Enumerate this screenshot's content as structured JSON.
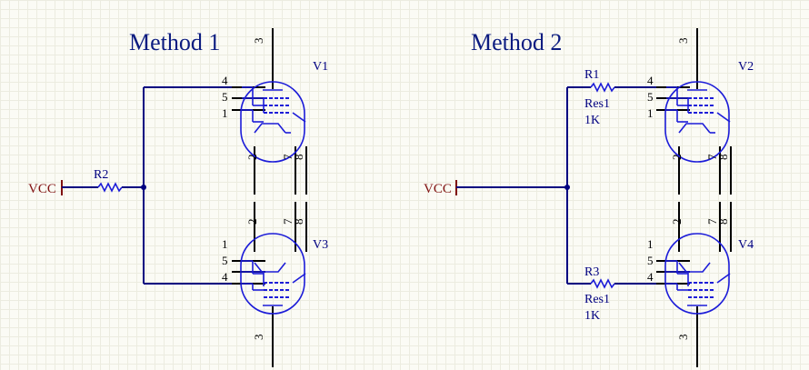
{
  "titles": {
    "method1": "Method 1",
    "method2": "Method 2"
  },
  "power": {
    "vcc_left": "VCC",
    "vcc_right": "VCC"
  },
  "tubes": {
    "v1": {
      "designator": "V1",
      "top_pin": "3",
      "pins_left": [
        "4",
        "5",
        "1"
      ],
      "pins_bottom": [
        "2",
        "7",
        "8"
      ]
    },
    "v2": {
      "designator": "V2",
      "top_pin": "3",
      "pins_left": [
        "4",
        "5",
        "1"
      ],
      "pins_bottom": [
        "2",
        "7",
        "8"
      ]
    },
    "v3": {
      "designator": "V3",
      "bottom_pin": "3",
      "pins_left": [
        "1",
        "5",
        "4"
      ],
      "pins_top": [
        "2",
        "7",
        "8"
      ]
    },
    "v4": {
      "designator": "V4",
      "bottom_pin": "3",
      "pins_left": [
        "1",
        "5",
        "4"
      ],
      "pins_top": [
        "2",
        "7",
        "8"
      ]
    }
  },
  "resistors": {
    "r1": {
      "designator": "R1",
      "comment": "Res1",
      "value": "1K"
    },
    "r2": {
      "designator": "R2"
    },
    "r3": {
      "designator": "R3",
      "comment": "Res1",
      "value": "1K"
    }
  },
  "colors": {
    "wire": "#000080",
    "tube": "#1c1cd8",
    "power": "#801010",
    "pin": "#000000",
    "grid": "#ecece0",
    "background": "#fbfbf5"
  }
}
